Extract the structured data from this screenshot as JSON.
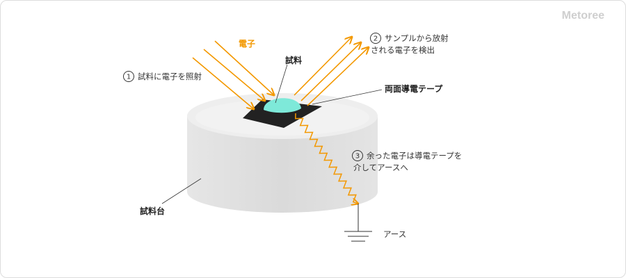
{
  "logo": "Metoree",
  "colors": {
    "electron": "#f39800",
    "sample": "#7ee9d9",
    "tape": "#222222",
    "stage_top": "#eeeeee",
    "stage_side": "#dedede"
  },
  "labels": {
    "electron": "電子",
    "sample": "試料",
    "tape": "両面導電テープ",
    "stage": "試料台",
    "ground": "アース"
  },
  "steps": [
    {
      "num": "1",
      "lines": [
        "試料に電子を照射"
      ]
    },
    {
      "num": "2",
      "lines": [
        "サンプルから放射",
        "される電子を検出"
      ]
    },
    {
      "num": "3",
      "lines": [
        "余った電子は導電テープを",
        "介してアースへ"
      ]
    }
  ]
}
